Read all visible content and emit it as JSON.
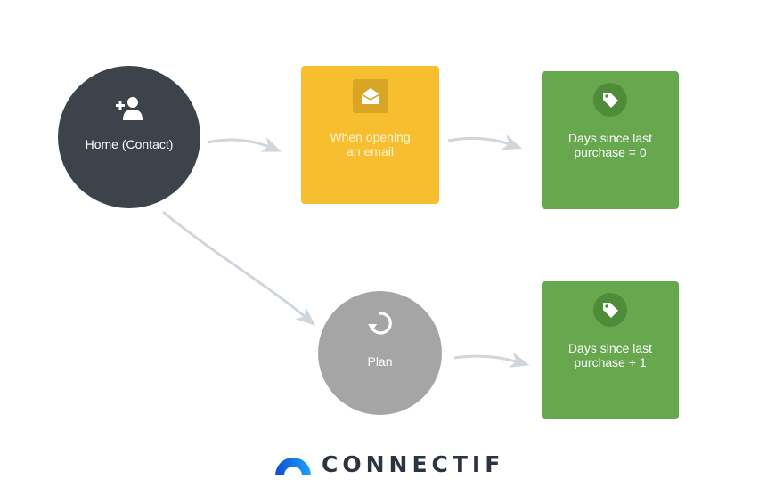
{
  "nodes": {
    "home": {
      "label": "Home (Contact)",
      "icon": "add-user-icon",
      "color": "#3c434a",
      "shape": "circle"
    },
    "email": {
      "label": "When opening\nan email",
      "icon": "envelope-open-icon",
      "color": "#f7bf2f",
      "shape": "square"
    },
    "tag1": {
      "label": "Days since last\npurchase = 0",
      "icon": "tag-icon",
      "color": "#67a84f",
      "shape": "square"
    },
    "plan": {
      "label": "Plan",
      "icon": "refresh-icon",
      "color": "#a5a5a5",
      "shape": "circle"
    },
    "tag2": {
      "label": "Days since last\npurchase + 1",
      "icon": "tag-icon",
      "color": "#67a84f",
      "shape": "square"
    }
  },
  "edges": [
    {
      "from": "home",
      "to": "email"
    },
    {
      "from": "email",
      "to": "tag1"
    },
    {
      "from": "home",
      "to": "plan"
    },
    {
      "from": "plan",
      "to": "tag2"
    }
  ],
  "colors": {
    "connector": "#cfd6dc",
    "logo_text": "#2b3440",
    "logo_mark": "#1f6fe0"
  },
  "logo": {
    "text": "CONNECTIF",
    "icon": "connectif-logo-icon"
  }
}
